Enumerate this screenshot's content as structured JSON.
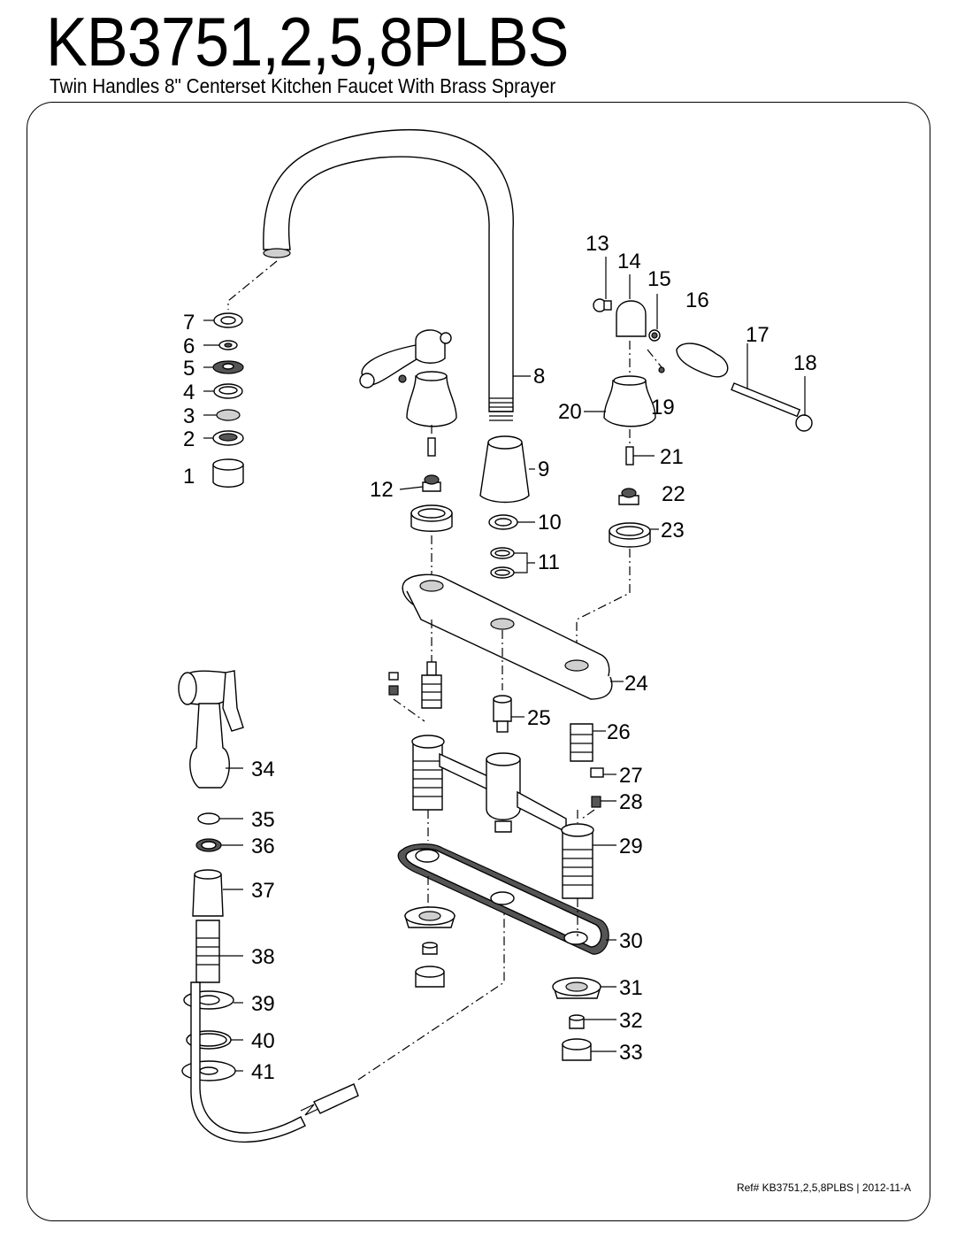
{
  "title": "KB3751,2,5,8PLBS",
  "subtitle": "Twin Handles 8\" Centerset Kitchen Faucet With Brass Sprayer",
  "reference": "Ref# KB3751,2,5,8PLBS | 2012-11-A",
  "part_numbers": [
    "1",
    "2",
    "3",
    "4",
    "5",
    "6",
    "7",
    "8",
    "9",
    "10",
    "11",
    "12",
    "13",
    "14",
    "15",
    "16",
    "17",
    "18",
    "19",
    "20",
    "21",
    "22",
    "23",
    "24",
    "25",
    "26",
    "27",
    "28",
    "29",
    "30",
    "31",
    "32",
    "33",
    "34",
    "35",
    "36",
    "37",
    "38",
    "39",
    "40",
    "41"
  ]
}
